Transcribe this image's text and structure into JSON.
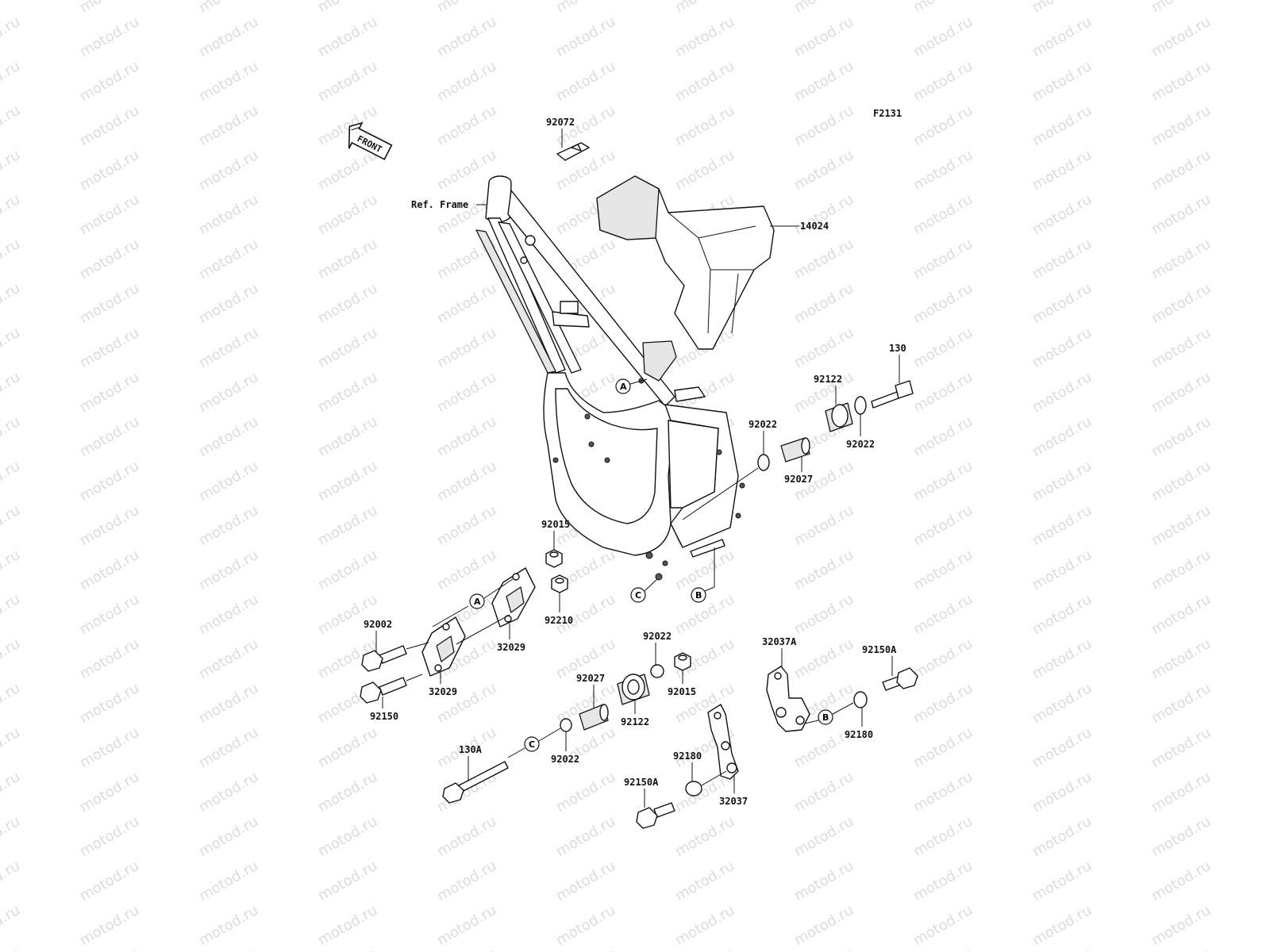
{
  "watermark_text": "motod.ru",
  "diagram_code": "F2131",
  "front_arrow_label": "FRONT",
  "ref_frame_label": "Ref. Frame",
  "parts": {
    "p92072": "92072",
    "p14024": "14024",
    "p130": "130",
    "p92122_top": "92122",
    "p92022_a": "92022",
    "p92022_b": "92022",
    "p92027_top": "92027",
    "p92015_top": "92015",
    "p92210": "92210",
    "p92002": "92002",
    "p32029_a": "32029",
    "p32029_b": "32029",
    "p92150": "92150",
    "p92022_c": "92022",
    "p92027_bot": "92027",
    "p92015_bot": "92015",
    "p92122_bot": "92122",
    "p32037A": "32037A",
    "p92150A_a": "92150A",
    "p92180_a": "92180",
    "p130A": "130A",
    "p92022_d": "92022",
    "p92180_b": "92180",
    "p92150A_b": "92150A",
    "p32037": "32037"
  },
  "markers": {
    "A1": "A",
    "A2": "A",
    "B1": "B",
    "B2": "B",
    "C1": "C",
    "C2": "C"
  }
}
